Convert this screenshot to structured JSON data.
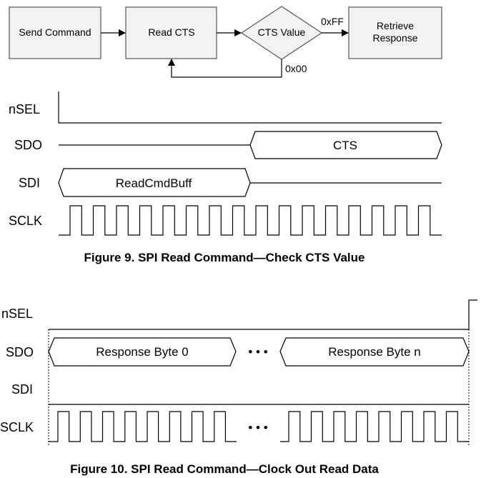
{
  "flowchart": {
    "send_command": "Send Command",
    "read_cts": "Read CTS",
    "cts_value": "CTS Value",
    "retrieve_line1": "Retrieve",
    "retrieve_line2": "Response",
    "label_ff": "0xFF",
    "label_00": "0x00"
  },
  "figure9": {
    "signals": {
      "nsel": "nSEL",
      "sdo": "SDO",
      "sdi": "SDI",
      "sclk": "SCLK"
    },
    "sdo_bus": "CTS",
    "sdi_bus": "ReadCmdBuff",
    "clock_pulses": 16,
    "caption": "Figure 9. SPI Read Command—Check CTS Value"
  },
  "figure10": {
    "signals": {
      "nsel": "nSEL",
      "sdo": "SDO",
      "sdi": "SDI",
      "sclk": "SCLK"
    },
    "sdo_bus_first": "Response Byte 0",
    "sdo_bus_last": "Response Byte n",
    "ellipsis": "• • •",
    "clock_ellipsis": "• • •",
    "clock_pulses_first": 8,
    "clock_pulses_last": 8,
    "caption": "Figure 10. SPI Read Command—Clock Out Read Data"
  }
}
